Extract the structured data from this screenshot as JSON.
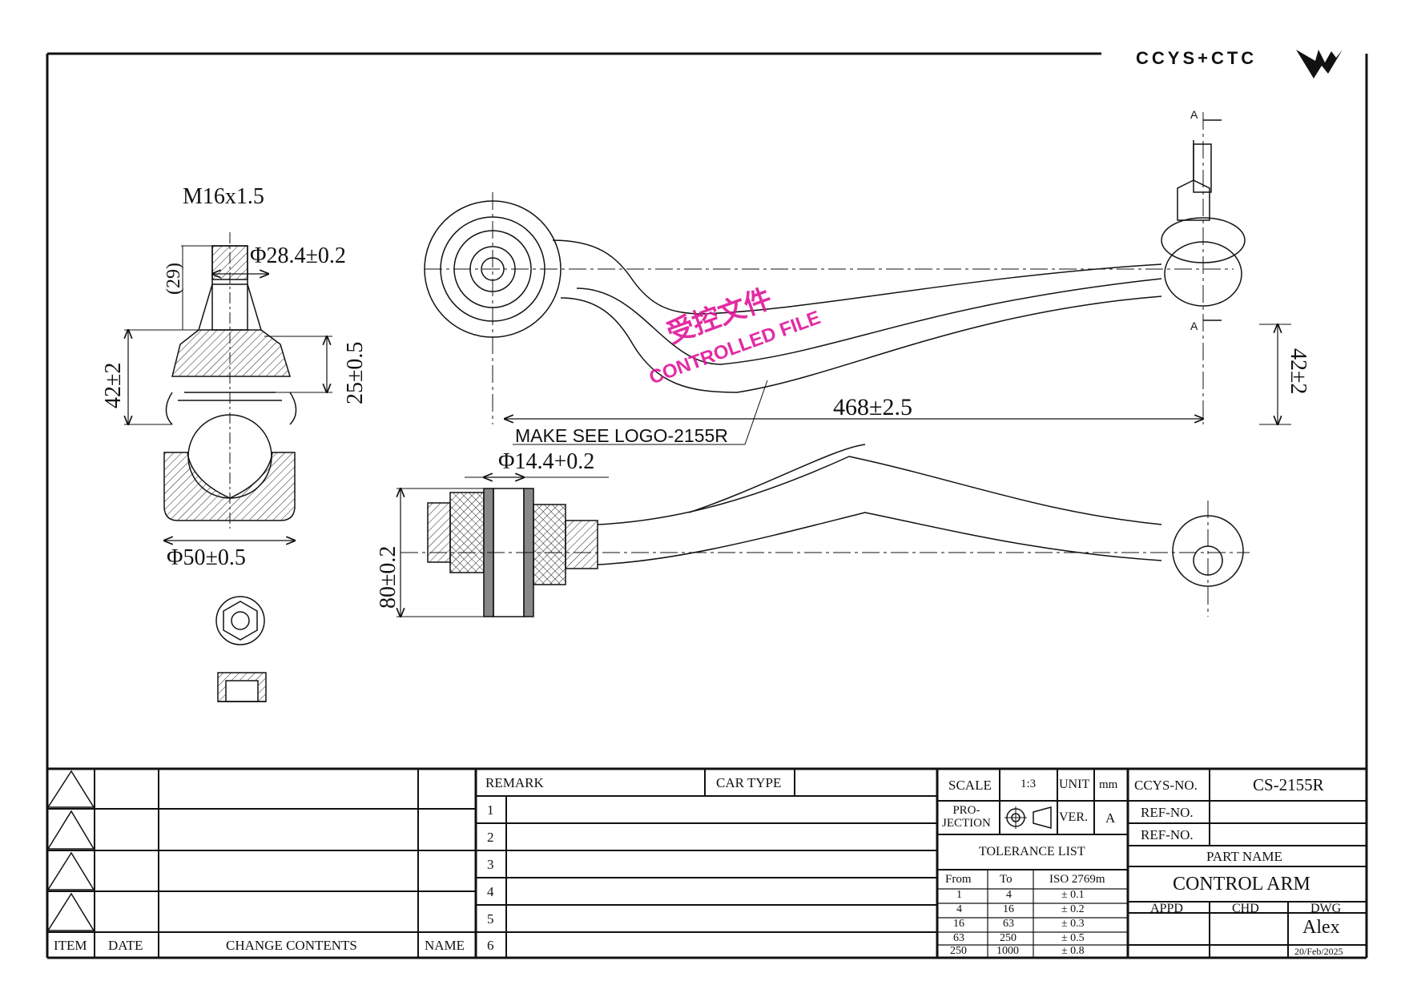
{
  "brand": {
    "logo_text": "CCYS+CTC"
  },
  "watermark": {
    "cn": "受控文件",
    "en": "CONTROLLED FILE",
    "color": "#e0169a"
  },
  "views": {
    "ball_joint": {
      "thread": "M16x1.5",
      "stud_dia": "Φ28.4±0.2",
      "stud_len": "(29)",
      "height": "42±2",
      "housing_h": "25±0.5",
      "housing_dia": "Φ50±0.5"
    },
    "top_view": {
      "length": "468±2.5",
      "height_right": "42±2",
      "section_label": "A",
      "logo_note": "MAKE SEE LOGO-2155R"
    },
    "front_view": {
      "bush_dia": "Φ14.4+0.2",
      "bush_width": "80±0.2"
    }
  },
  "title_block": {
    "revision_headers": {
      "item": "ITEM",
      "date": "DATE",
      "change": "CHANGE CONTENTS",
      "name": "NAME"
    },
    "remark_label": "REMARK",
    "car_type_label": "CAR TYPE",
    "remark_rows": [
      "1",
      "2",
      "3",
      "4",
      "5",
      "6"
    ],
    "scale_label": "SCALE",
    "scale_value": "1:3",
    "unit_label": "UNIT",
    "unit_value": "mm",
    "projection_label": "PRO-\nJECTION",
    "ver_label": "VER.",
    "ver_value": "A",
    "tolerance_title": "TOLERANCE LIST",
    "tolerance_headers": [
      "From",
      "To",
      "ISO 2769m"
    ],
    "tolerance_rows": [
      [
        "1",
        "4",
        "± 0.1"
      ],
      [
        "4",
        "16",
        "± 0.2"
      ],
      [
        "16",
        "63",
        "± 0.3"
      ],
      [
        "63",
        "250",
        "± 0.5"
      ],
      [
        "250",
        "1000",
        "± 0.8"
      ]
    ],
    "ccys_no_label": "CCYS-NO.",
    "ccys_no_value": "CS-2155R",
    "ref_no_label_1": "REF-NO.",
    "ref_no_label_2": "REF-NO.",
    "part_name_label": "PART NAME",
    "part_name_value": "CONTROL ARM",
    "appd_label": "APPD",
    "chd_label": "CHD",
    "dwg_label": "DWG",
    "drawn_by": "Alex",
    "date": "20/Feb/2025"
  }
}
